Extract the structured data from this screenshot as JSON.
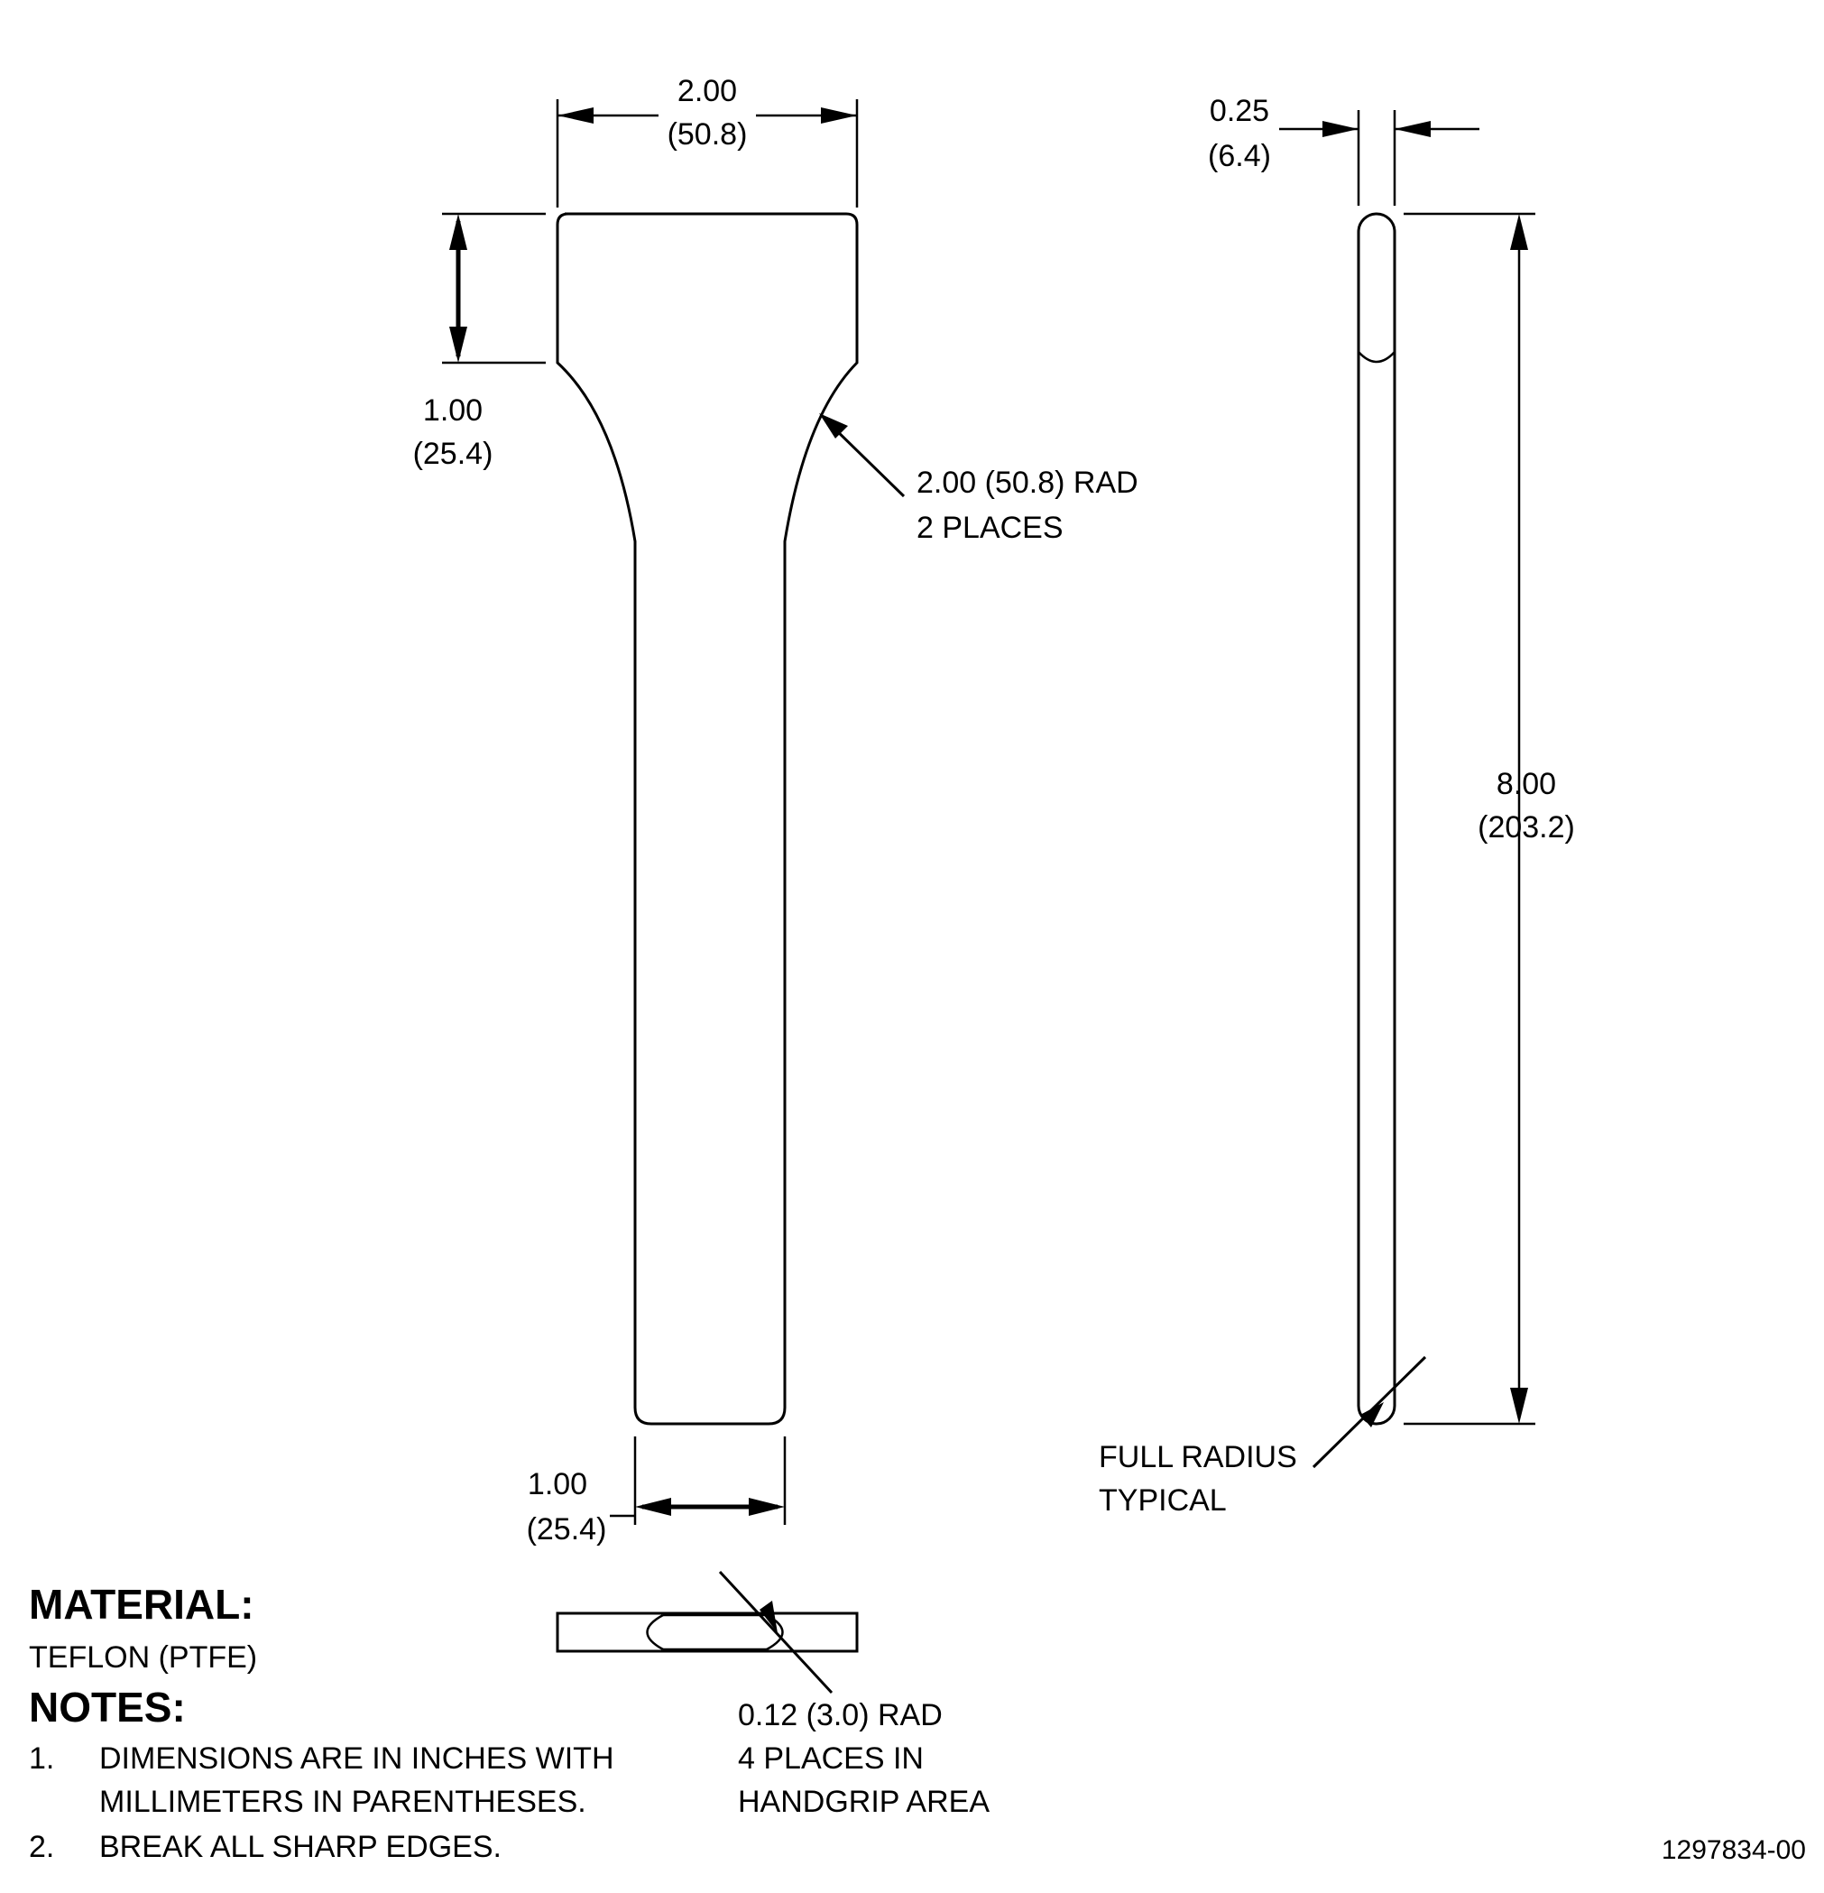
{
  "dimensions": {
    "top_width": {
      "in": "2.00",
      "mm": "(50.8)"
    },
    "grip_length": {
      "in": "1.00",
      "mm": "(25.4)"
    },
    "radius_callout": {
      "line1": "2.00 (50.8) RAD",
      "line2": "2 PLACES"
    },
    "neck_width": {
      "in": "1.00",
      "mm": "(25.4)"
    },
    "thickness": {
      "in": "0.25",
      "mm": "(6.4)"
    },
    "overall_length": {
      "in": "8.00",
      "mm": "(203.2)"
    },
    "full_radius": {
      "line1": "FULL RADIUS",
      "line2": "TYPICAL"
    },
    "grip_radius": {
      "line1": "0.12 (3.0) RAD",
      "line2": "4 PLACES IN",
      "line3": "HANDGRIP AREA"
    }
  },
  "material": {
    "heading": "MATERIAL:",
    "value": "TEFLON (PTFE)"
  },
  "notes": {
    "heading": "NOTES:",
    "items": [
      {
        "num": "1.",
        "line1": "DIMENSIONS ARE IN INCHES WITH",
        "line2": "MILLIMETERS IN PARENTHESES."
      },
      {
        "num": "2.",
        "line1": "BREAK ALL SHARP EDGES."
      }
    ]
  },
  "drawing_number": "1297834-00"
}
